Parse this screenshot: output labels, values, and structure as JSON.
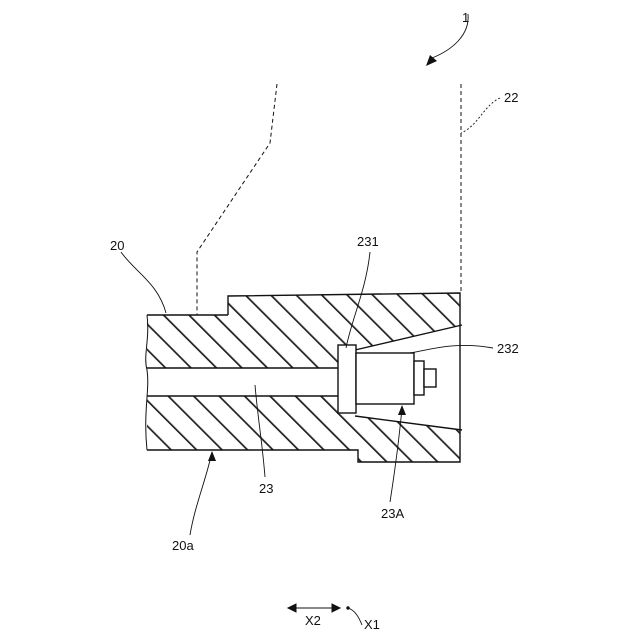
{
  "labels": {
    "ref_1": "1",
    "ref_22": "22",
    "ref_20": "20",
    "ref_231": "231",
    "ref_232": "232",
    "ref_23": "23",
    "ref_23A": "23A",
    "ref_20a": "20a",
    "dir_x2": "X2",
    "dir_x1": "X1"
  },
  "colors": {
    "line": "#111111",
    "hatch": "#222222",
    "background": "#ffffff"
  }
}
